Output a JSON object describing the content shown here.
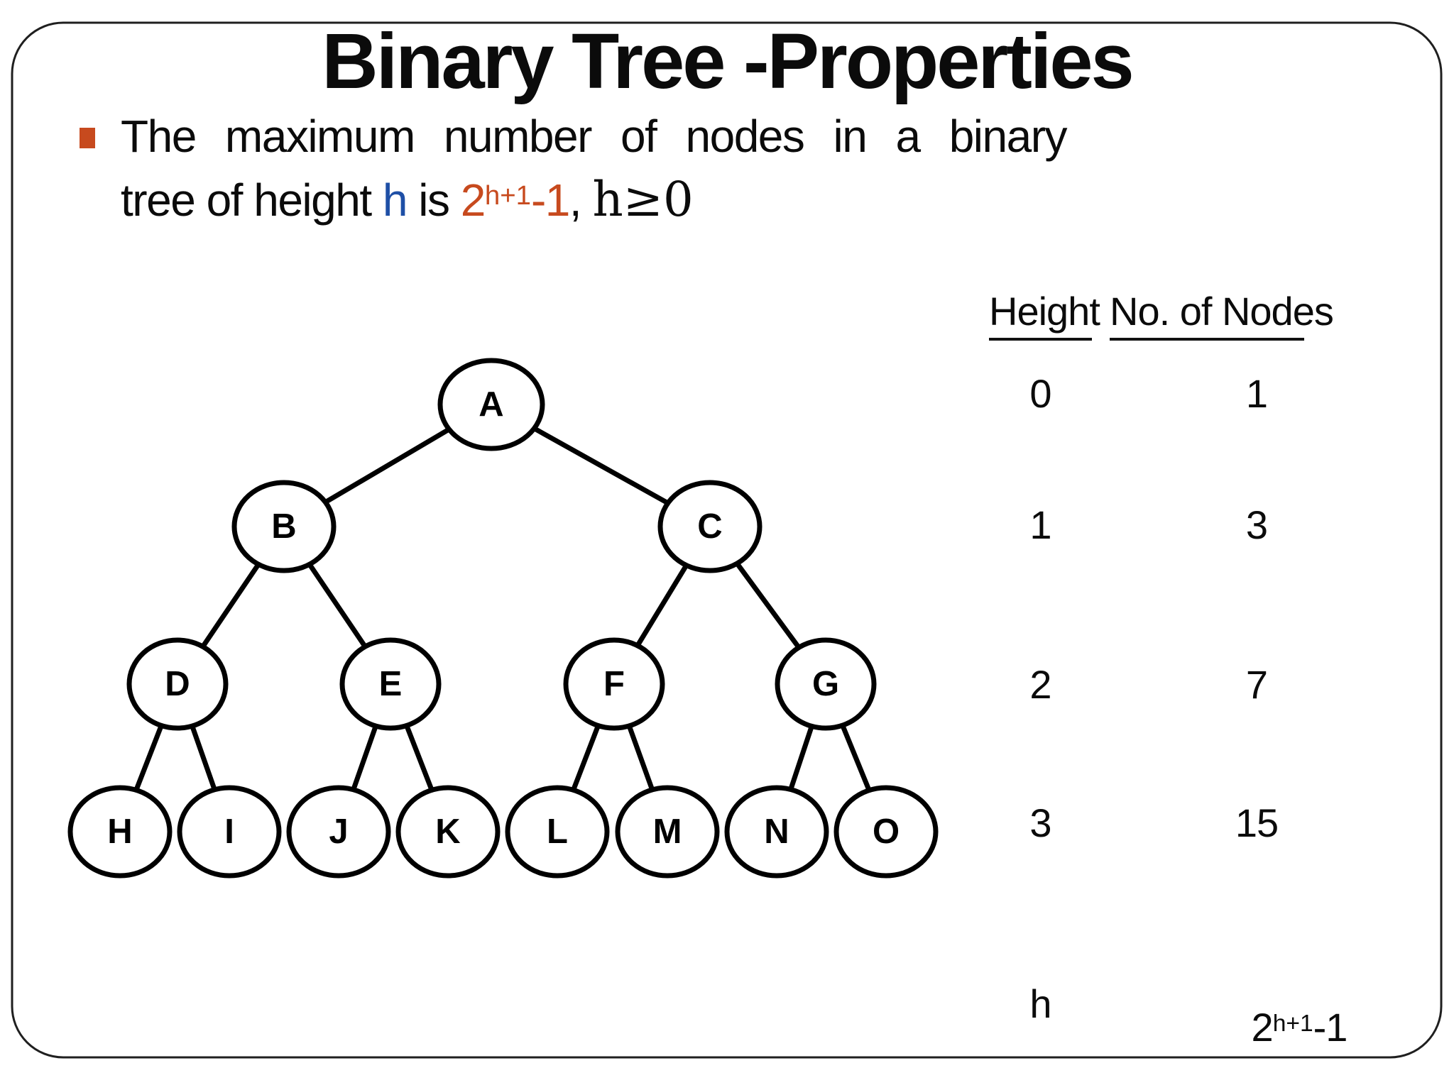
{
  "slide": {
    "title": "Binary Tree -Properties",
    "bullet": {
      "line1": "The maximum number of nodes in a binary",
      "line2_prefix": "tree of height ",
      "line2_h": "h",
      "line2_is": " is ",
      "formula_base": "2",
      "formula_sup": "h+1",
      "formula_tail": "-1",
      "line2_comma": ", ",
      "line2_constraint": "h≥0"
    },
    "colors": {
      "accent_orange": "#C74A1E",
      "accent_blue": "#1E4FA6",
      "text_black": "#0b0b0b"
    }
  },
  "table": {
    "headers": [
      "Height",
      "No. of Nodes"
    ],
    "rows": [
      {
        "height": "0",
        "nodes": "1"
      },
      {
        "height": "1",
        "nodes": "3"
      },
      {
        "height": "2",
        "nodes": "7"
      },
      {
        "height": "3",
        "nodes": "15"
      },
      {
        "height": "h",
        "nodes_base": "2",
        "nodes_sup": "h+1",
        "nodes_tail": "-1"
      }
    ]
  },
  "tree": {
    "nodes": [
      {
        "label": "A"
      },
      {
        "label": "B"
      },
      {
        "label": "C"
      },
      {
        "label": "D"
      },
      {
        "label": "E"
      },
      {
        "label": "F"
      },
      {
        "label": "G"
      },
      {
        "label": "H"
      },
      {
        "label": "I"
      },
      {
        "label": "J"
      },
      {
        "label": "K"
      },
      {
        "label": "L"
      },
      {
        "label": "M"
      },
      {
        "label": "N"
      },
      {
        "label": "O"
      }
    ]
  }
}
